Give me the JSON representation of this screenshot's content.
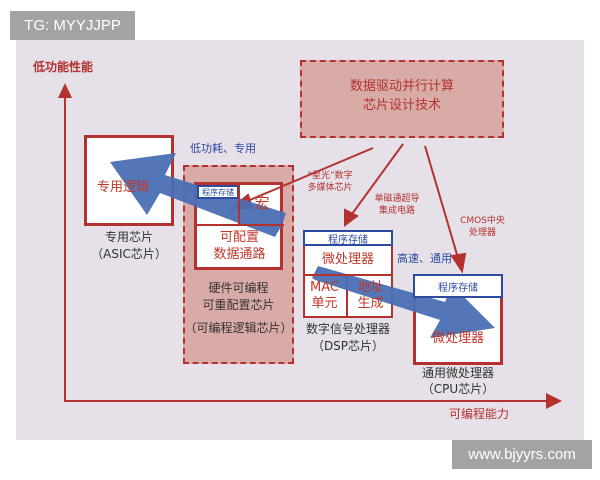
{
  "watermarks": {
    "top_left": "TG: MYYJJPP",
    "bottom_right": "www.bjyyrs.com"
  },
  "axes": {
    "y_label": "低功能性能",
    "x_label": "可编程能力"
  },
  "tech_box": {
    "line1": "数据驱动并行计算",
    "line2": "芯片设计技术"
  },
  "asic": {
    "inner": "专用逻辑",
    "name": "专用芯片",
    "sub": "（ASIC芯片）"
  },
  "fpga": {
    "storage": "程序存储",
    "macro": "宏",
    "datapath_1": "可配置",
    "datapath_2": "数据通路",
    "name_1": "硬件可编程",
    "name_2": "可重配置芯片",
    "sub": "（可编程逻辑芯片）"
  },
  "dsp": {
    "storage": "程序存储",
    "mpu": "微处理器",
    "mac_1": "MAC",
    "mac_2": "单元",
    "addr_1": "地址",
    "addr_2": "生成",
    "name": "数字信号处理器",
    "sub": "（DSP芯片）"
  },
  "cpu": {
    "storage": "程序存储",
    "mpu": "微处理器",
    "name": "通用微处理器",
    "sub": "（CPU芯片）"
  },
  "notes": {
    "xingguang_1": "“星光”数字",
    "xingguang_2": "多媒体芯片",
    "sfq_1": "单磁通超导",
    "sfq_2": "集成电路",
    "cmos_1": "CMOS中央",
    "cmos_2": "处理器"
  },
  "trend_arrows": {
    "left": "低功耗、专用",
    "right": "高速、通用"
  },
  "colors": {
    "red": "#b3322f",
    "blue": "#4a6fb5",
    "panel": "#e6e1e8"
  }
}
